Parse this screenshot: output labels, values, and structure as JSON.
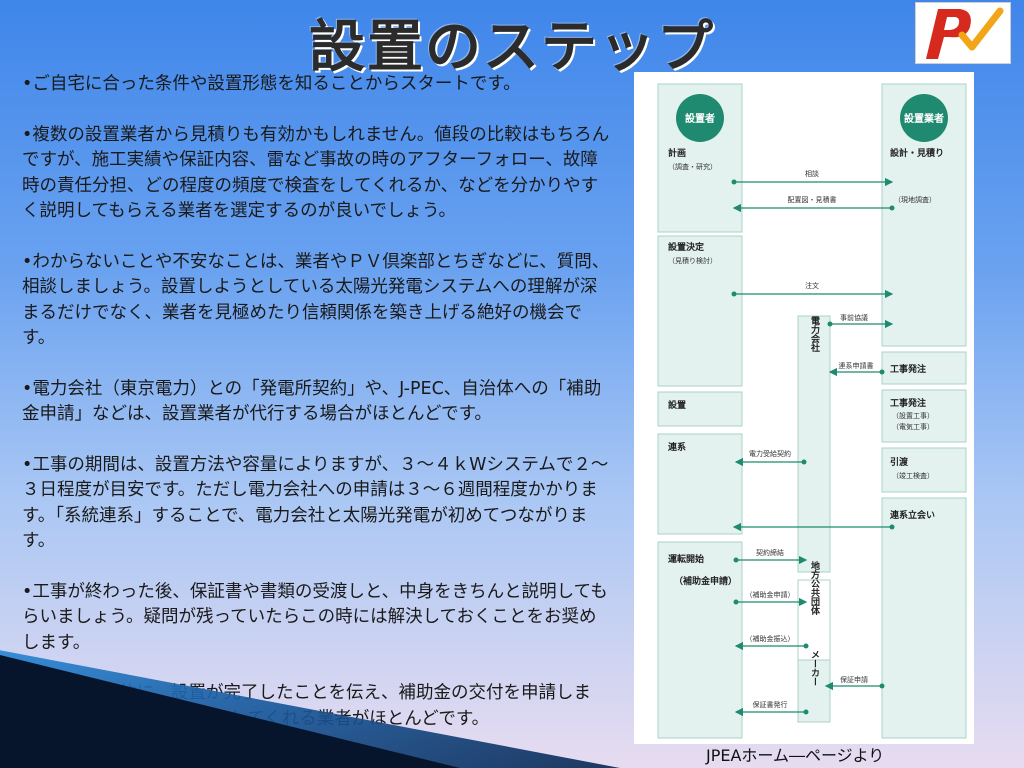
{
  "title": "設置のステップ",
  "paragraphs": [
    "•ご自宅に合った条件や設置形態を知ることからスタートです。",
    "•複数の設置業者から見積りも有効かもしれません。値段の比較はもちろんですが、施工実績や保証内容、雷など事故の時のアフターフォロー、故障時の責任分担、どの程度の頻度で検査をしてくれるか、などを分かりやすく説明してもらえる業者を選定するのが良いでしょう。",
    "•わからないことや不安なことは、業者やＰＶ倶楽部とちぎなどに、質問、相談しましょう。設置しようとしている太陽光発電システムへの理解が深まるだけでなく、業者を見極めたり信頼関係を築き上げる絶好の機会です。",
    "•電力会社（東京電力）との「発電所契約」や、J-PEC、自治体への「補助金申請」などは、設置業者が代行する場合がほとんどです。",
    "•工事の期間は、設置方法や容量によりますが、３～４ｋWシステムで２～３日程度が目安です。ただし電力会社への申請は３～６週間程度かかります。「系統連系」することで、電力会社と太陽光発電が初めてつながります。",
    "•工事が終わった後、保証書や書類の受渡しと、中身をきちんと説明してもらいましょう。疑問が残っていたらこの時には解決しておくことをお奨めします。",
    "•NEFや自治体に、設置が完了したことを伝え、補助金の交付を申請します。これも代行で手続きをしてくれる業者がほとんどです。"
  ],
  "caption": "JPEAホーム―ページより",
  "diagram": {
    "left_header": "設置者",
    "right_header": "設置業者",
    "left_boxes": {
      "plan": "計画",
      "plan_sub": "（調査・研究）",
      "decision": "設置決定",
      "decision_sub": "（見積り検討）",
      "install": "設置",
      "connect": "連系",
      "operation": "運転開始",
      "subsidy": "（補助金申請）"
    },
    "right_boxes": {
      "design": "設計・見積り",
      "survey": "（現地調査）",
      "order": "工事発注",
      "work": "工事発注",
      "work_sub1": "（設置工事）",
      "work_sub2": "（電気工事）",
      "handover": "引渡",
      "handover_sub": "（竣工検査）",
      "witness": "連系立会い"
    },
    "middle_labels": {
      "power_company": "電力会社",
      "local_gov": "地方公共団体",
      "maker": "メーカー"
    },
    "arrows": {
      "consult": "相談",
      "layout_estimate": "配置図・見積書",
      "order": "注文",
      "pre_consult": "事前協議",
      "connect_request": "連系申請書",
      "power_contract": "電力受給契約",
      "contract": "契約締結",
      "subsidy_apply": "（補助金申請）",
      "subsidy_pay": "（補助金振込）",
      "warranty_apply": "保証申請",
      "warranty_issue": "保証書発行"
    },
    "colors": {
      "header_circle": "#1f8a70",
      "box_fill": "#e3f2ee",
      "box_border": "#a9d3c6",
      "arrow": "#1f8a70"
    }
  }
}
